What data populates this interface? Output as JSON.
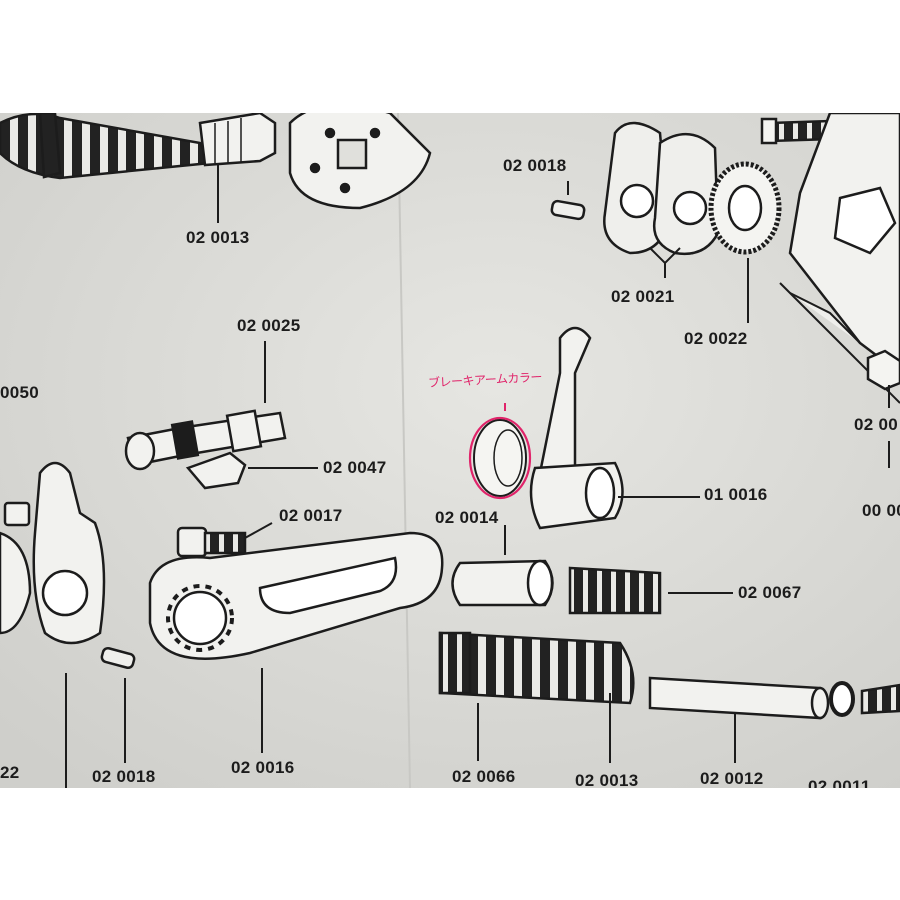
{
  "labels": [
    {
      "id": "p-02-0013-top",
      "text": "02 0013"
    },
    {
      "id": "p-02-0018-top",
      "text": "02 0018"
    },
    {
      "id": "p-02-0021",
      "text": "02 0021"
    },
    {
      "id": "p-02-0022-top",
      "text": "02 0022"
    },
    {
      "id": "p-02-0025",
      "text": "02 0025"
    },
    {
      "id": "p-0050-left",
      "text": "0050"
    },
    {
      "id": "p-02-0047",
      "text": "02 0047"
    },
    {
      "id": "p-02-0017",
      "text": "02 0017"
    },
    {
      "id": "p-02-0014",
      "text": "02 0014"
    },
    {
      "id": "p-01-0016",
      "text": "01 0016"
    },
    {
      "id": "p-02-0067",
      "text": "02 0067"
    },
    {
      "id": "p-22-left",
      "text": "22"
    },
    {
      "id": "p-02-0018-bottom",
      "text": "02 0018"
    },
    {
      "id": "p-02-0016",
      "text": "02 0016"
    },
    {
      "id": "p-02-0066",
      "text": "02 0066"
    },
    {
      "id": "p-02-0013-bottom",
      "text": "02 0013"
    },
    {
      "id": "p-02-0012",
      "text": "02 0012"
    },
    {
      "id": "p-02-0011",
      "text": "02 0011"
    },
    {
      "id": "p-02-00-right",
      "text": "02 00"
    },
    {
      "id": "p-00-00-right",
      "text": "00 00"
    }
  ],
  "handwritten_note": "ブレーキアームカラー",
  "colors": {
    "paper": "#dcdcd8",
    "ink": "#1c1c1c",
    "annotation": "#e0246a",
    "border": "#ffffff"
  }
}
